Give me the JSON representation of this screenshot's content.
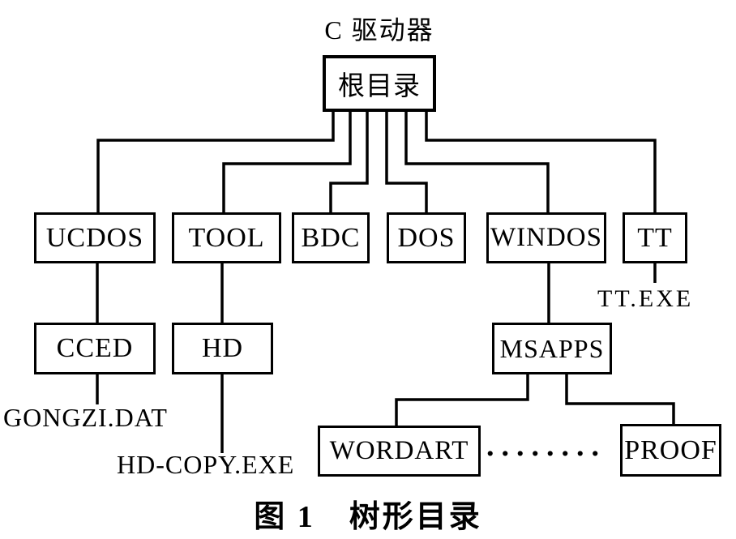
{
  "figure": {
    "colors": {
      "ink": "#000000",
      "paper": "#ffffff"
    },
    "drive_label": "C 驱动器",
    "nodes": {
      "root": "根目录",
      "ucdos": "UCDOS",
      "tool": "TOOL",
      "bdc": "BDC",
      "dos": "DOS",
      "windos": "WINDOS",
      "tt": "TT",
      "cced": "CCED",
      "hd": "HD",
      "msapps": "MSAPPS",
      "wordart": "WORDART",
      "proof": "PROOF"
    },
    "files": {
      "tt_exe": "TT.EXE",
      "gongzi_dat": "GONGZI.DAT",
      "hd_copy_exe": "HD-COPY.EXE"
    },
    "ellipsis": "........",
    "caption": {
      "number": "图 1",
      "title": "树形目录"
    }
  }
}
